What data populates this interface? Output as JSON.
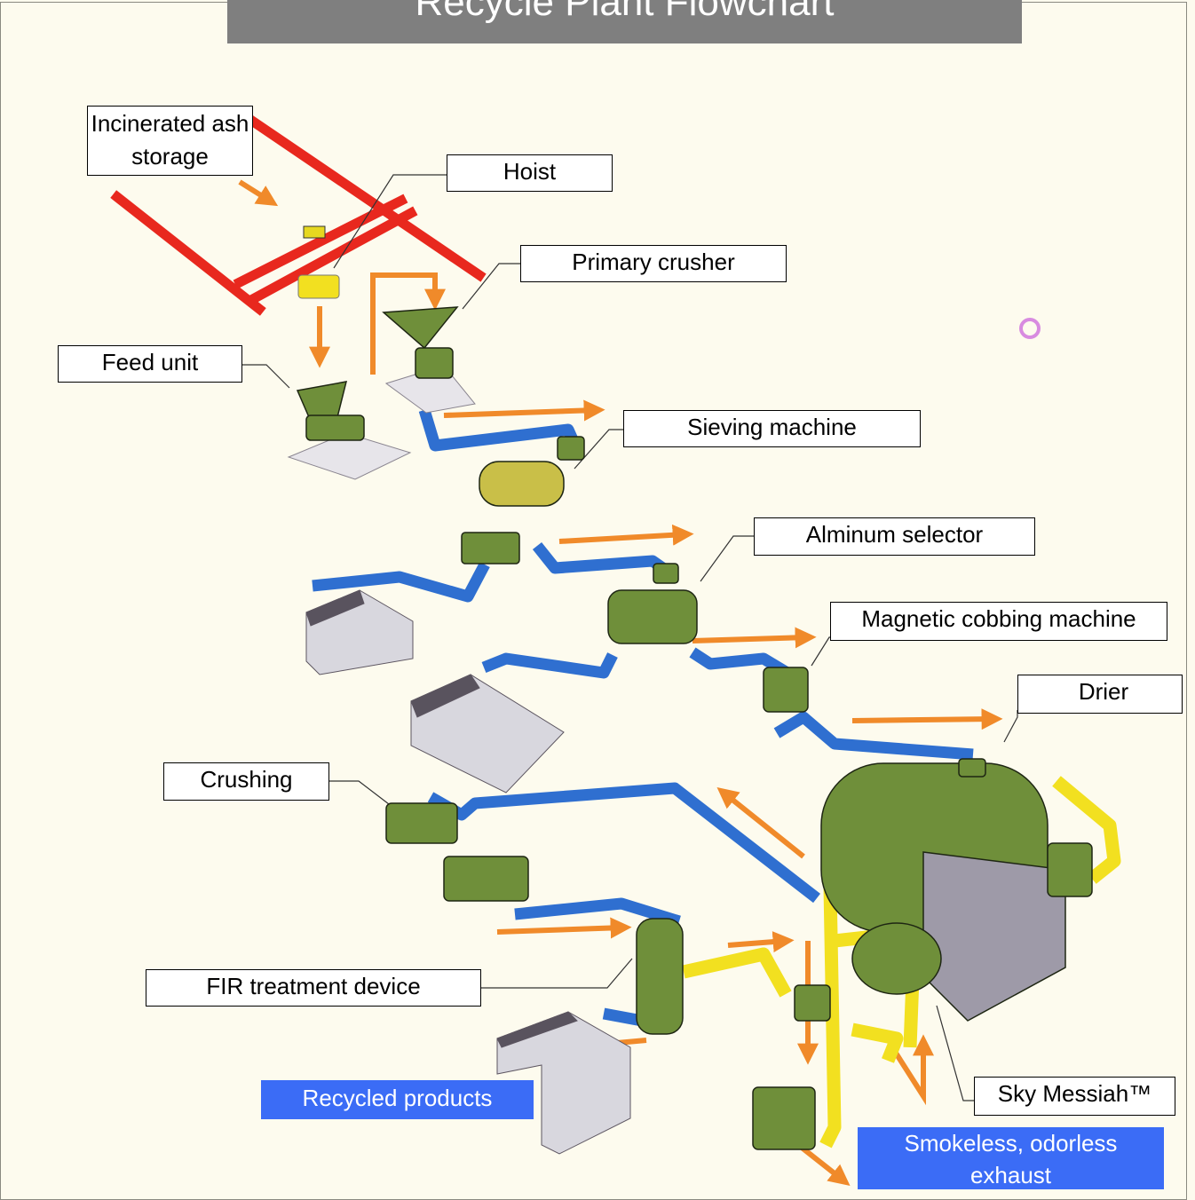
{
  "title": "Recycle Plant Flowchart",
  "labels": {
    "incinerated_ash_storage": "Incinerated ash storage",
    "hoist": "Hoist",
    "primary_crusher": "Primary crusher",
    "feed_unit": "Feed unit",
    "sieving_machine": "Sieving machine",
    "aluminum_selector": "Alminum selector",
    "magnetic_cobbing_machine": "Magnetic cobbing machine",
    "drier": "Drier",
    "crushing": "Crushing",
    "fir_treatment_device": "FIR treatment device",
    "sky_messiah": "Sky Messiah™"
  },
  "outputs": {
    "recycled_products": "Recycled products",
    "exhaust": "Smokeless, odorless exhaust"
  },
  "colors": {
    "title_bar": "#7f7f7f",
    "output_label": "#3b6cf6",
    "conveyor": "#2f6fd0",
    "flow_arrow": "#f08a2a",
    "machine": "#6f8f3a",
    "duct": "#f2e020",
    "crane": "#e8281e"
  }
}
